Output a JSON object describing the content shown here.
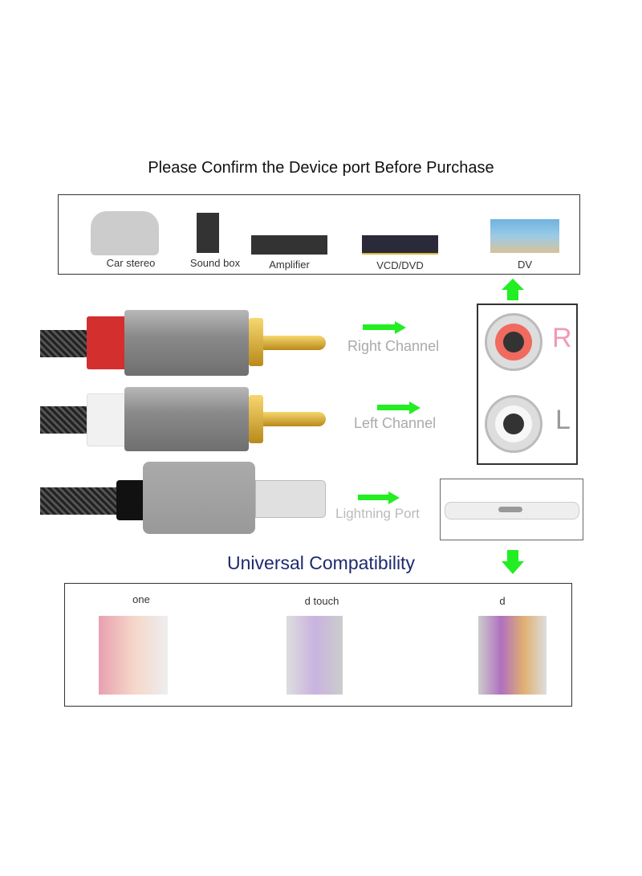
{
  "title": "Please Confirm the Device port Before Purchase",
  "devices": [
    {
      "label": "Car stereo"
    },
    {
      "label": "Sound box"
    },
    {
      "label": "Amplifier"
    },
    {
      "label": "VCD/DVD"
    },
    {
      "label": "DV"
    }
  ],
  "channels": {
    "right": "Right Channel",
    "left": "Left Channel",
    "lightning": "Lightning Port",
    "r_letter": "R",
    "l_letter": "L"
  },
  "compat_title": "Universal Compatibility",
  "compat": [
    {
      "label": "one"
    },
    {
      "label": "d touch"
    },
    {
      "label": "d"
    }
  ],
  "colors": {
    "arrow": "#22ee22",
    "title_blue": "#1d2a6e",
    "red_collar": "#e53935"
  }
}
